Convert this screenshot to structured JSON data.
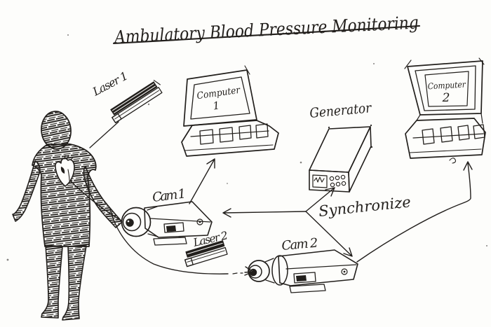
{
  "title": "Ambulatory Blood Pressure Monitoring",
  "colors": {
    "ink": "#221f1c",
    "paper": "#fdfdfb"
  },
  "devices": {
    "laser1": {
      "label": "Laser 1"
    },
    "laser2": {
      "label": "Laser 2"
    },
    "cam1": {
      "label": "Cam 1"
    },
    "cam2": {
      "label": "Cam 2"
    },
    "generator": {
      "label": "Generator"
    },
    "computer1": {
      "label": "Computer",
      "number": "1"
    },
    "computer2": {
      "label": "Computer",
      "number": "2"
    }
  },
  "annotations": {
    "synchronize": "Synchronize"
  }
}
